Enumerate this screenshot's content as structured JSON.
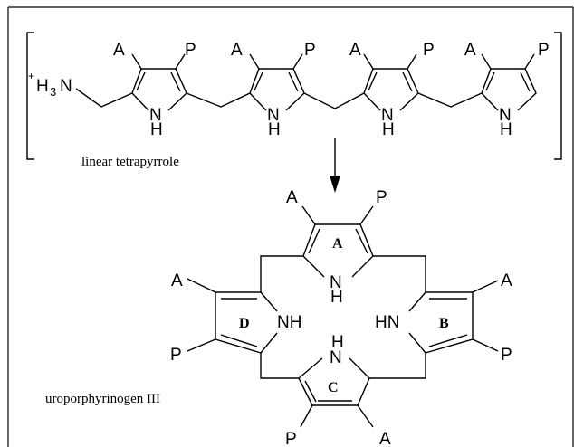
{
  "linear": {
    "caption": "linear tetrapyrrole",
    "amine": {
      "charge": "+",
      "h": "H",
      "sub": "3",
      "n": "N"
    },
    "nh": {
      "n": "N",
      "h": "H"
    },
    "substituents": {
      "acetate": "A",
      "propionate": "P"
    }
  },
  "cyclic": {
    "caption": "uroporphyrinogen III",
    "ring_labels": {
      "a": "A",
      "b": "B",
      "c": "C",
      "d": "D"
    },
    "nh_a": {
      "n": "N",
      "h": "H"
    },
    "nh_c": {
      "n": "N",
      "h": "H"
    },
    "nh_d": "NH",
    "hn_b": "HN",
    "substituents": {
      "acetate": "A",
      "propionate": "P"
    }
  }
}
